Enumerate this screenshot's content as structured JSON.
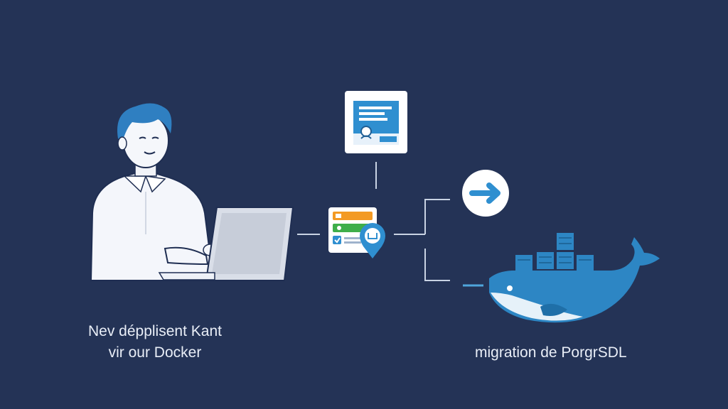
{
  "captions": {
    "left_line1": "Nev dépplisent Kant",
    "left_line2": "vir our Docker",
    "right": "migration de PorgrSDL"
  },
  "icons": {
    "person": "developer-person-icon",
    "laptop": "laptop-icon",
    "document": "document-card-icon",
    "checklist": "checklist-card-icon",
    "location": "location-pin-icon",
    "arrow": "arrow-right-circle-icon",
    "whale": "docker-whale-icon"
  },
  "colors": {
    "background": "#243356",
    "accent_blue": "#2f8fd0",
    "whale_blue": "#2d86c4",
    "line": "#c9d3e3",
    "card": "#ffffff",
    "orange": "#f39a24",
    "green": "#3fae4a"
  }
}
